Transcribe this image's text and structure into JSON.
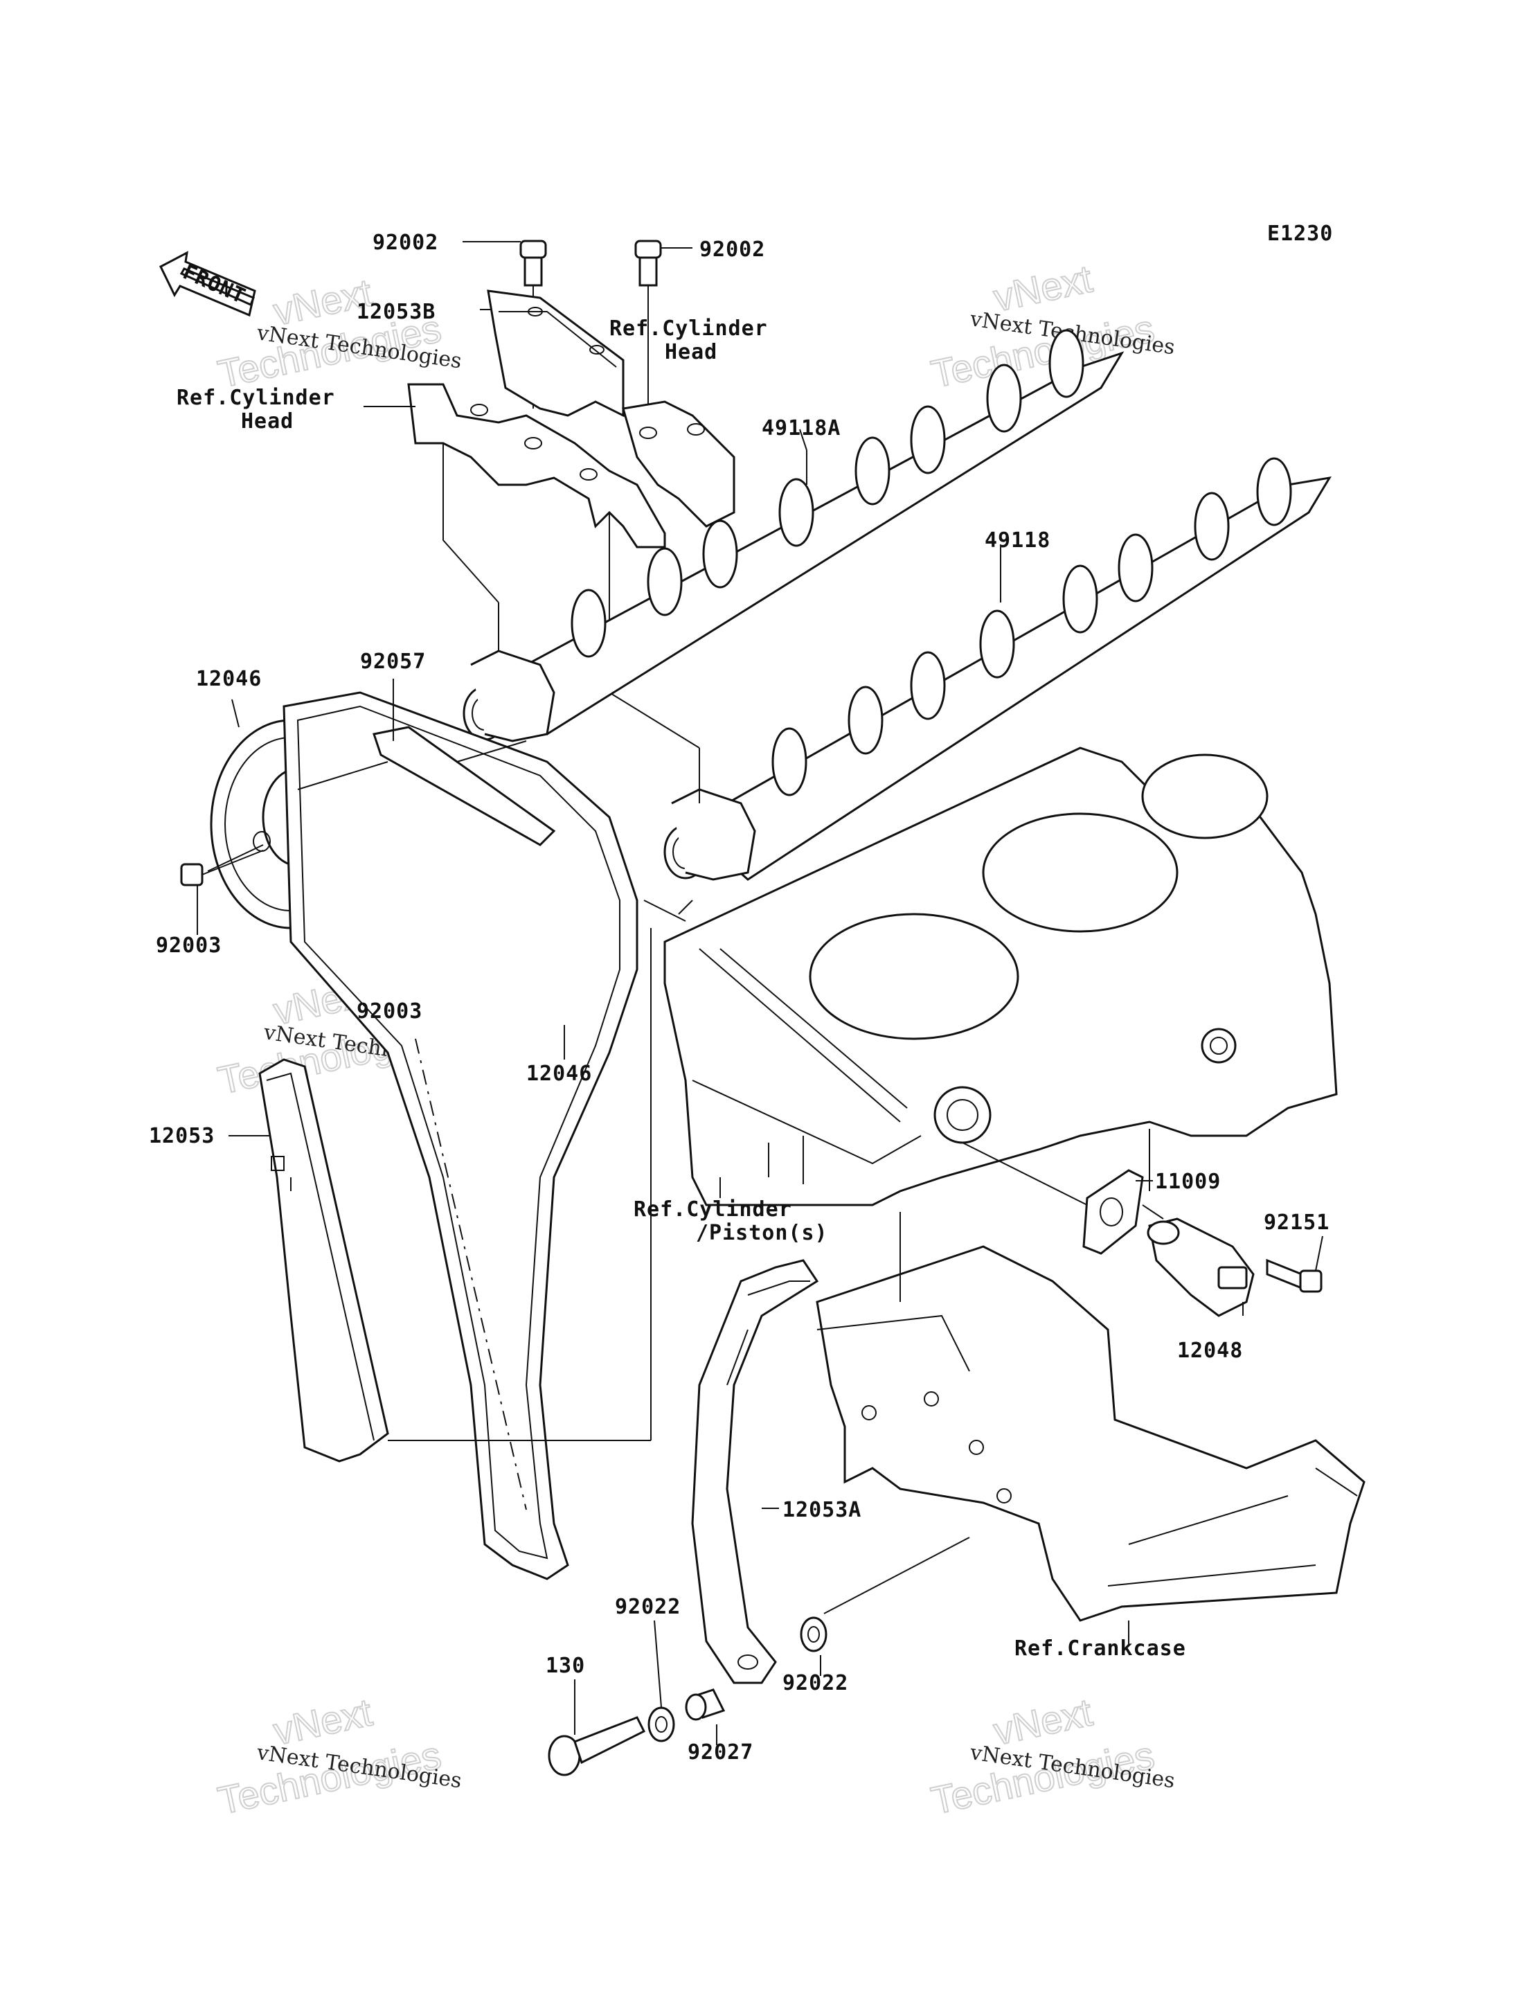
{
  "diagram_code": "E1230",
  "front_arrow_label": "FRONT",
  "watermark": {
    "line1": "vNext Technologies",
    "line2": "vNext",
    "line3": "Technologies"
  },
  "labels": {
    "p92002_left": "92002",
    "p92002_right": "92002",
    "p12053B": "12053B",
    "ref_cyl_head_a1": "Ref.Cylinder",
    "ref_cyl_head_a2": "Head",
    "ref_cyl_head_b1": "Ref.Cylinder",
    "ref_cyl_head_b2": "Head",
    "p49118A": "49118A",
    "p49118": "49118",
    "p12046_top": "12046",
    "p92057": "92057",
    "p92003_left": "92003",
    "p92003_mid": "92003",
    "p12046_bottom": "12046",
    "p12053": "12053",
    "ref_cyl_piston1": "Ref.Cylinder",
    "ref_cyl_piston2": "/Piston(s)",
    "p11009": "11009",
    "p92151": "92151",
    "p12048": "12048",
    "p12053A": "12053A",
    "p92022_left": "92022",
    "p92022_right": "92022",
    "p130": "130",
    "p92027": "92027",
    "ref_crankcase": "Ref.Crankcase"
  }
}
